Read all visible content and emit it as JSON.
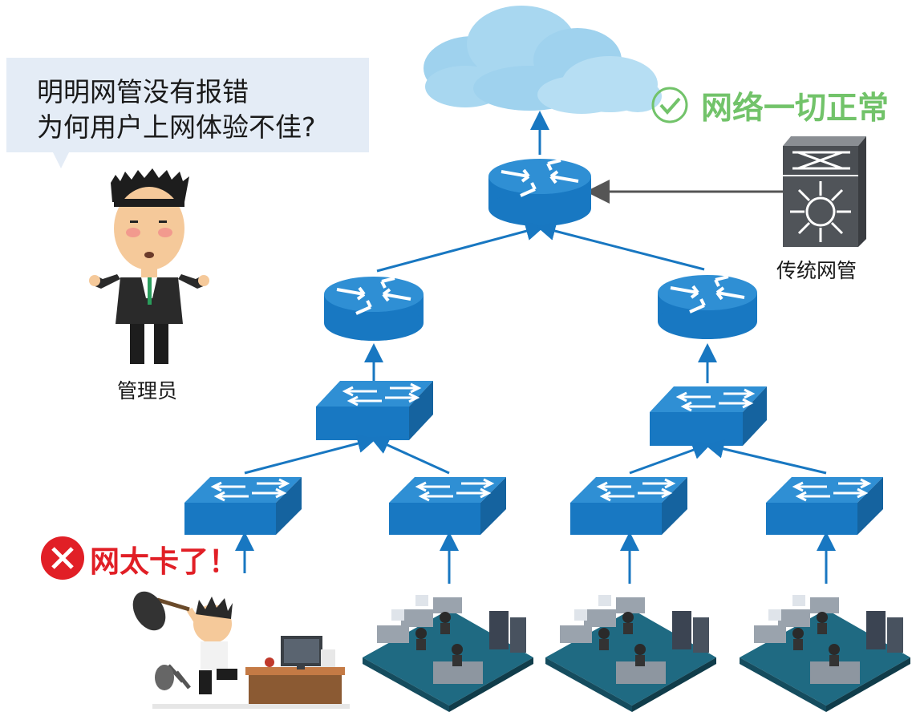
{
  "speech_bubble": {
    "line1": "明明网管没有报错",
    "line2": "为何用户上网体验不佳?"
  },
  "labels": {
    "admin": "管理员",
    "legacy_nms": "传统网管"
  },
  "status": {
    "ok_text": "网络一切正常",
    "ok_icon": "check-circle-icon",
    "ok_color": "#72c36a",
    "bad_text": "网太卡了！",
    "bad_icon": "x-circle-icon",
    "bad_color": "#e11f26"
  },
  "colors": {
    "device_blue": "#1878c2",
    "device_top": "#2f8fd4",
    "link_blue": "#1877c1",
    "cloud": "#a8d7f0",
    "floor": "#1f6a82"
  }
}
